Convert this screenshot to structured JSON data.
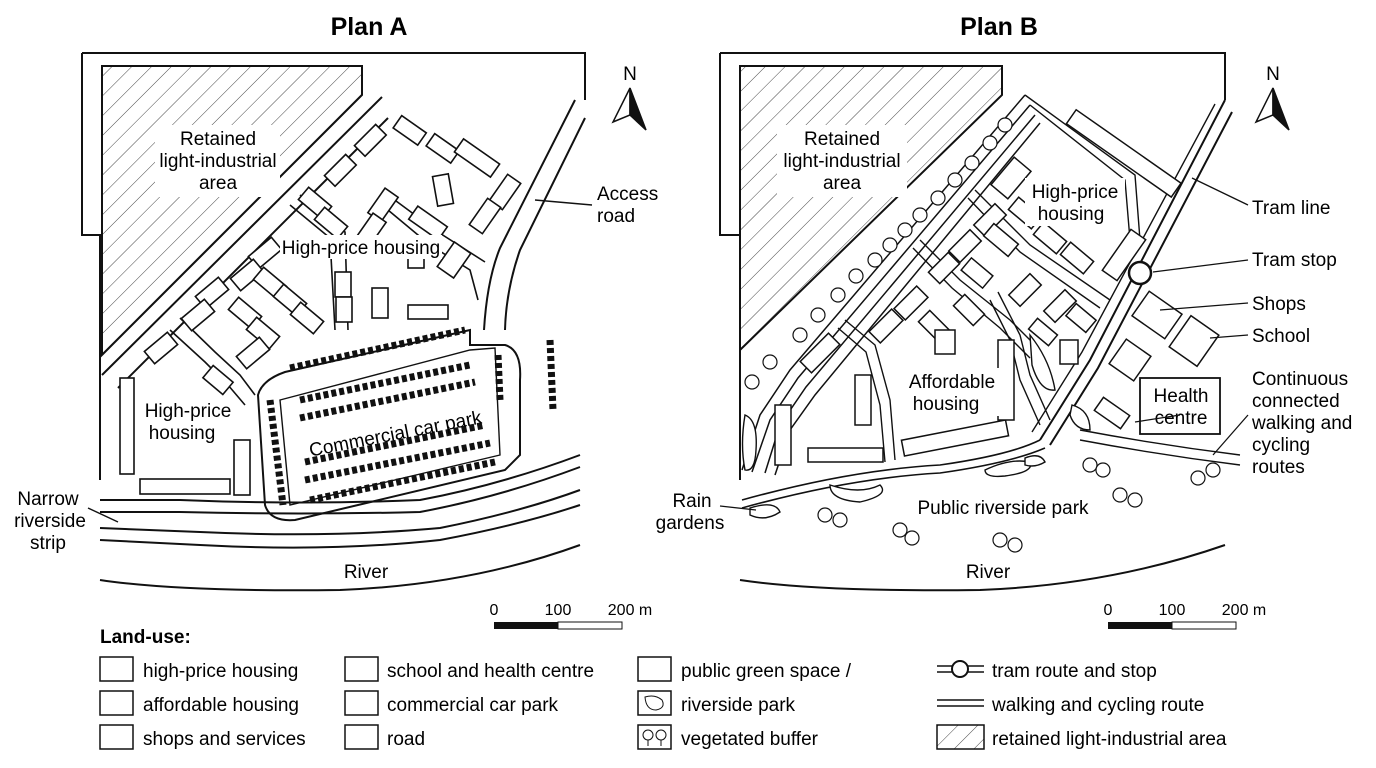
{
  "plan_a": {
    "title": "Plan A",
    "north": "N",
    "industrial": [
      "Retained",
      "light-industrial",
      "area"
    ],
    "housing_main": "High-price housing",
    "housing_sw": [
      "High-price",
      "housing"
    ],
    "car_park": "Commercial car park",
    "access_road": [
      "Access",
      "road"
    ],
    "strip": [
      "Narrow",
      "riverside",
      "strip"
    ],
    "river": "River",
    "scale": {
      "t0": "0",
      "t1": "100",
      "t2": "200 m"
    }
  },
  "plan_b": {
    "title": "Plan B",
    "north": "N",
    "industrial": [
      "Retained",
      "light-industrial",
      "area"
    ],
    "housing_high": [
      "High-price",
      "housing"
    ],
    "housing_afford": [
      "Affordable",
      "housing"
    ],
    "health": [
      "Health",
      "centre"
    ],
    "park": "Public riverside park",
    "river": "River",
    "callouts": {
      "tram_line": "Tram line",
      "tram_stop": "Tram stop",
      "shops": "Shops",
      "school": "School",
      "routes": [
        "Continuous",
        "connected",
        "walking and",
        "cycling",
        "routes"
      ],
      "rain": [
        "Rain",
        "gardens"
      ]
    },
    "scale": {
      "t0": "0",
      "t1": "100",
      "t2": "200 m"
    }
  },
  "legend": {
    "heading": "Land-use:",
    "items": [
      "high-price housing",
      "affordable housing",
      "shops and services",
      "school and health centre",
      "commercial car park",
      "road",
      "public green space /",
      "riverside park",
      "vegetated buffer",
      "tram route and stop",
      "walking and cycling route",
      "retained light-industrial area"
    ]
  }
}
